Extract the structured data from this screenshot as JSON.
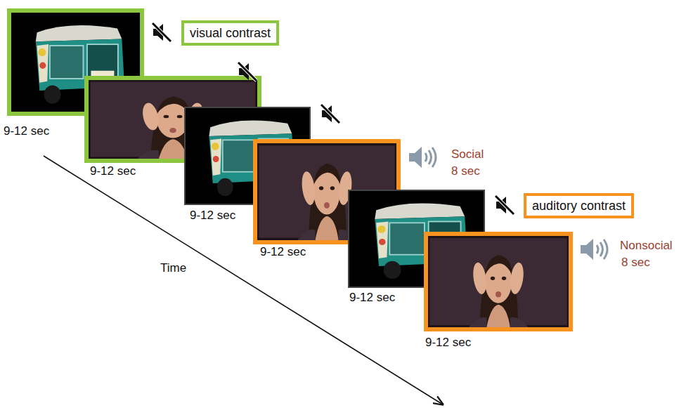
{
  "diagram": {
    "nodes": [
      {
        "text": [
          "visual contrast"
        ]
      },
      {
        "text": [
          "auditory contrast"
        ]
      }
    ],
    "labels": [
      "9-12 sec",
      "9-12 sec",
      "9-12 sec",
      "9-12 sec",
      "9-12 sec",
      "9-12 sec",
      "Social",
      "8 sec",
      "Time",
      "Nonsocial",
      "8 sec"
    ]
  }
}
